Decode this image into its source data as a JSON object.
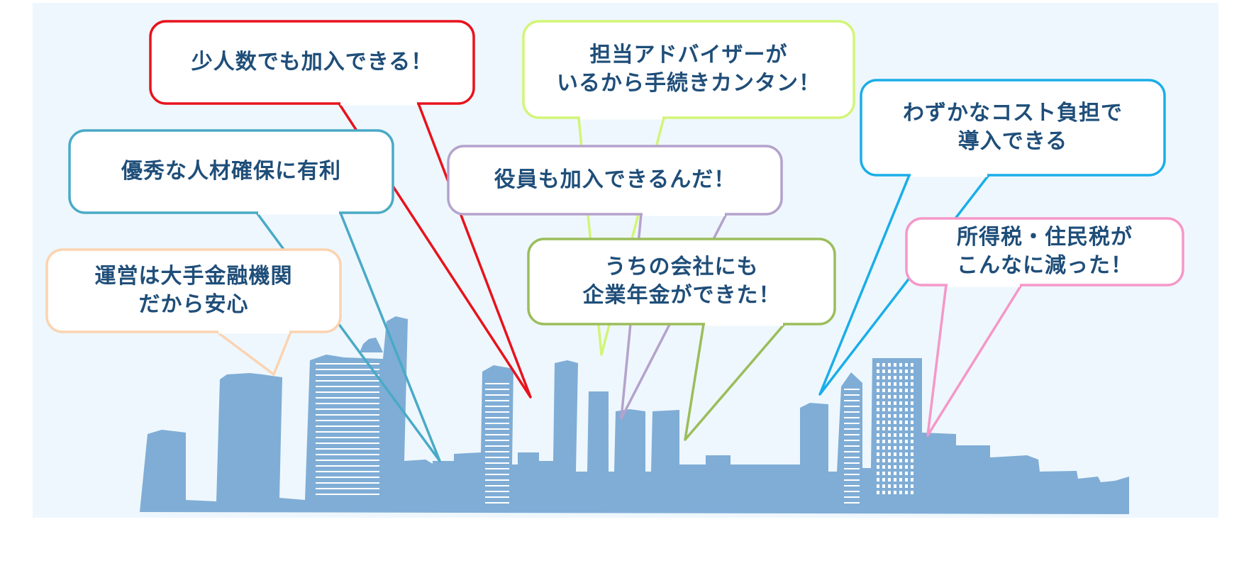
{
  "colors": {
    "sky": "#eef7fd",
    "building": "#7fadd6",
    "window": "#ffffff",
    "text": "#1f4e79"
  },
  "bubbles": [
    {
      "id": "small-team",
      "lines": [
        "少人数でも加入できる！"
      ],
      "color": "#e8121c"
    },
    {
      "id": "advisor",
      "lines": [
        "担当アドバイザーが",
        "いるから手続きカンタン！"
      ],
      "color": "#d2f577"
    },
    {
      "id": "low-cost",
      "lines": [
        "わずかなコスト負担で",
        "導入できる"
      ],
      "color": "#1aaee8"
    },
    {
      "id": "talent",
      "lines": [
        "優秀な人材確保に有利"
      ],
      "color": "#4aaac6"
    },
    {
      "id": "officers",
      "lines": [
        "役員も加入できるんだ！"
      ],
      "color": "#b4a2cc"
    },
    {
      "id": "tax",
      "lines": [
        "所得税・住民税が",
        "こんなに減った！"
      ],
      "color": "#f597c8"
    },
    {
      "id": "pension",
      "lines": [
        "うちの会社にも",
        "企業年金ができた！"
      ],
      "color": "#9bbd5b"
    },
    {
      "id": "safe",
      "lines": [
        "運営は大手金融機関",
        "だから安心"
      ],
      "color": "#fbd3b1"
    }
  ]
}
